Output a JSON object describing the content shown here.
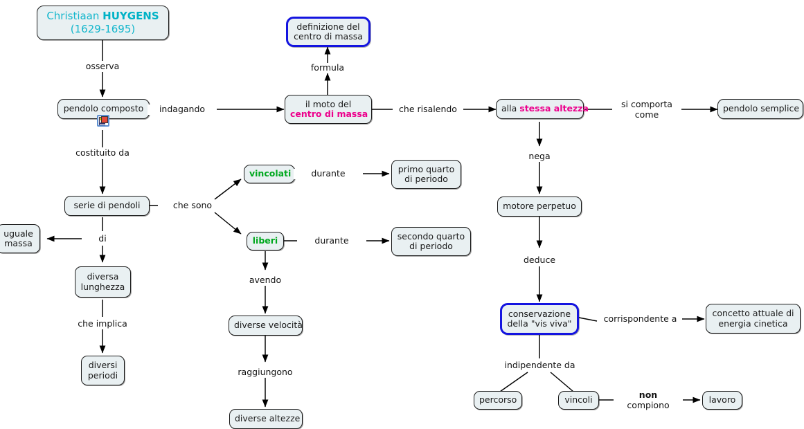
{
  "diagram": {
    "title": "Christiaan Huygens - pendolo composto concept map",
    "background": "#ffffff",
    "node_fill": "#e9f0f2",
    "node_stroke": "#1a1a1a",
    "accent_blue": "#1414e0",
    "accent_pink": "#ec008c",
    "accent_green": "#00a81e",
    "accent_cyan": "#12b6cc"
  },
  "nodes": {
    "root": {
      "line1_normal": "Christiaan ",
      "line1_bold": "HUYGENS",
      "line2": "(1629-1695)"
    },
    "pendolo_composto": {
      "label": "pendolo composto"
    },
    "definizione_centro_massa": {
      "line1": "definizione del",
      "line2": "centro di massa"
    },
    "moto_centro_massa": {
      "line1": "il moto del",
      "line2": "centro di massa"
    },
    "stessa_altezza": {
      "prefix": "alla ",
      "emphasis": "stessa altezza"
    },
    "pendolo_semplice": {
      "label": "pendolo semplice"
    },
    "serie_di_pendoli": {
      "label": "serie di pendoli"
    },
    "vincolati": {
      "label": "vincolati"
    },
    "liberi": {
      "label": "liberi"
    },
    "primo_quarto": {
      "line1": "primo quarto",
      "line2": "di periodo"
    },
    "secondo_quarto": {
      "line1": "secondo quarto",
      "line2": "di periodo"
    },
    "uguale_massa": {
      "line1": "uguale",
      "line2": "massa"
    },
    "diversa_lunghezza": {
      "line1": "diversa",
      "line2": "lunghezza"
    },
    "diversi_periodi": {
      "line1": "diversi",
      "line2": "periodi"
    },
    "diverse_velocita": {
      "label": "diverse velocità"
    },
    "diverse_altezze": {
      "label": "diverse altezze"
    },
    "motore_perpetuo": {
      "label": "motore perpetuo"
    },
    "conservazione_vis_viva": {
      "line1": "conservazione",
      "line2": "della \"vis viva\""
    },
    "concetto_energia_cinetica": {
      "line1": "concetto attuale di",
      "line2": "energia cinetica"
    },
    "percorso": {
      "label": "percorso"
    },
    "vincoli": {
      "label": "vincoli"
    },
    "lavoro": {
      "label": "lavoro"
    }
  },
  "links": {
    "osserva": {
      "label": "osserva"
    },
    "indagando": {
      "label": "indagando"
    },
    "formula": {
      "label": "formula"
    },
    "che_risalendo": {
      "label": "che risalendo"
    },
    "si_comporta_come": {
      "line1": "si comporta",
      "line2": "come"
    },
    "costituito_da": {
      "label": "costituito da"
    },
    "che_sono": {
      "label": "che sono"
    },
    "durante_1": {
      "label": "durante"
    },
    "durante_2": {
      "label": "durante"
    },
    "di": {
      "label": "di"
    },
    "che_implica": {
      "label": "che implica"
    },
    "avendo": {
      "label": "avendo"
    },
    "raggiungono": {
      "label": "raggiungono"
    },
    "nega": {
      "label": "nega"
    },
    "deduce": {
      "label": "deduce"
    },
    "corrispondente_a": {
      "label": "corrispondente a"
    },
    "indipendente_da": {
      "label": "indipendente da"
    },
    "non_compiono": {
      "line1_bold": "non",
      "line2": "compiono"
    }
  },
  "icons": {
    "resource_attachment": "document-resource-icon"
  }
}
